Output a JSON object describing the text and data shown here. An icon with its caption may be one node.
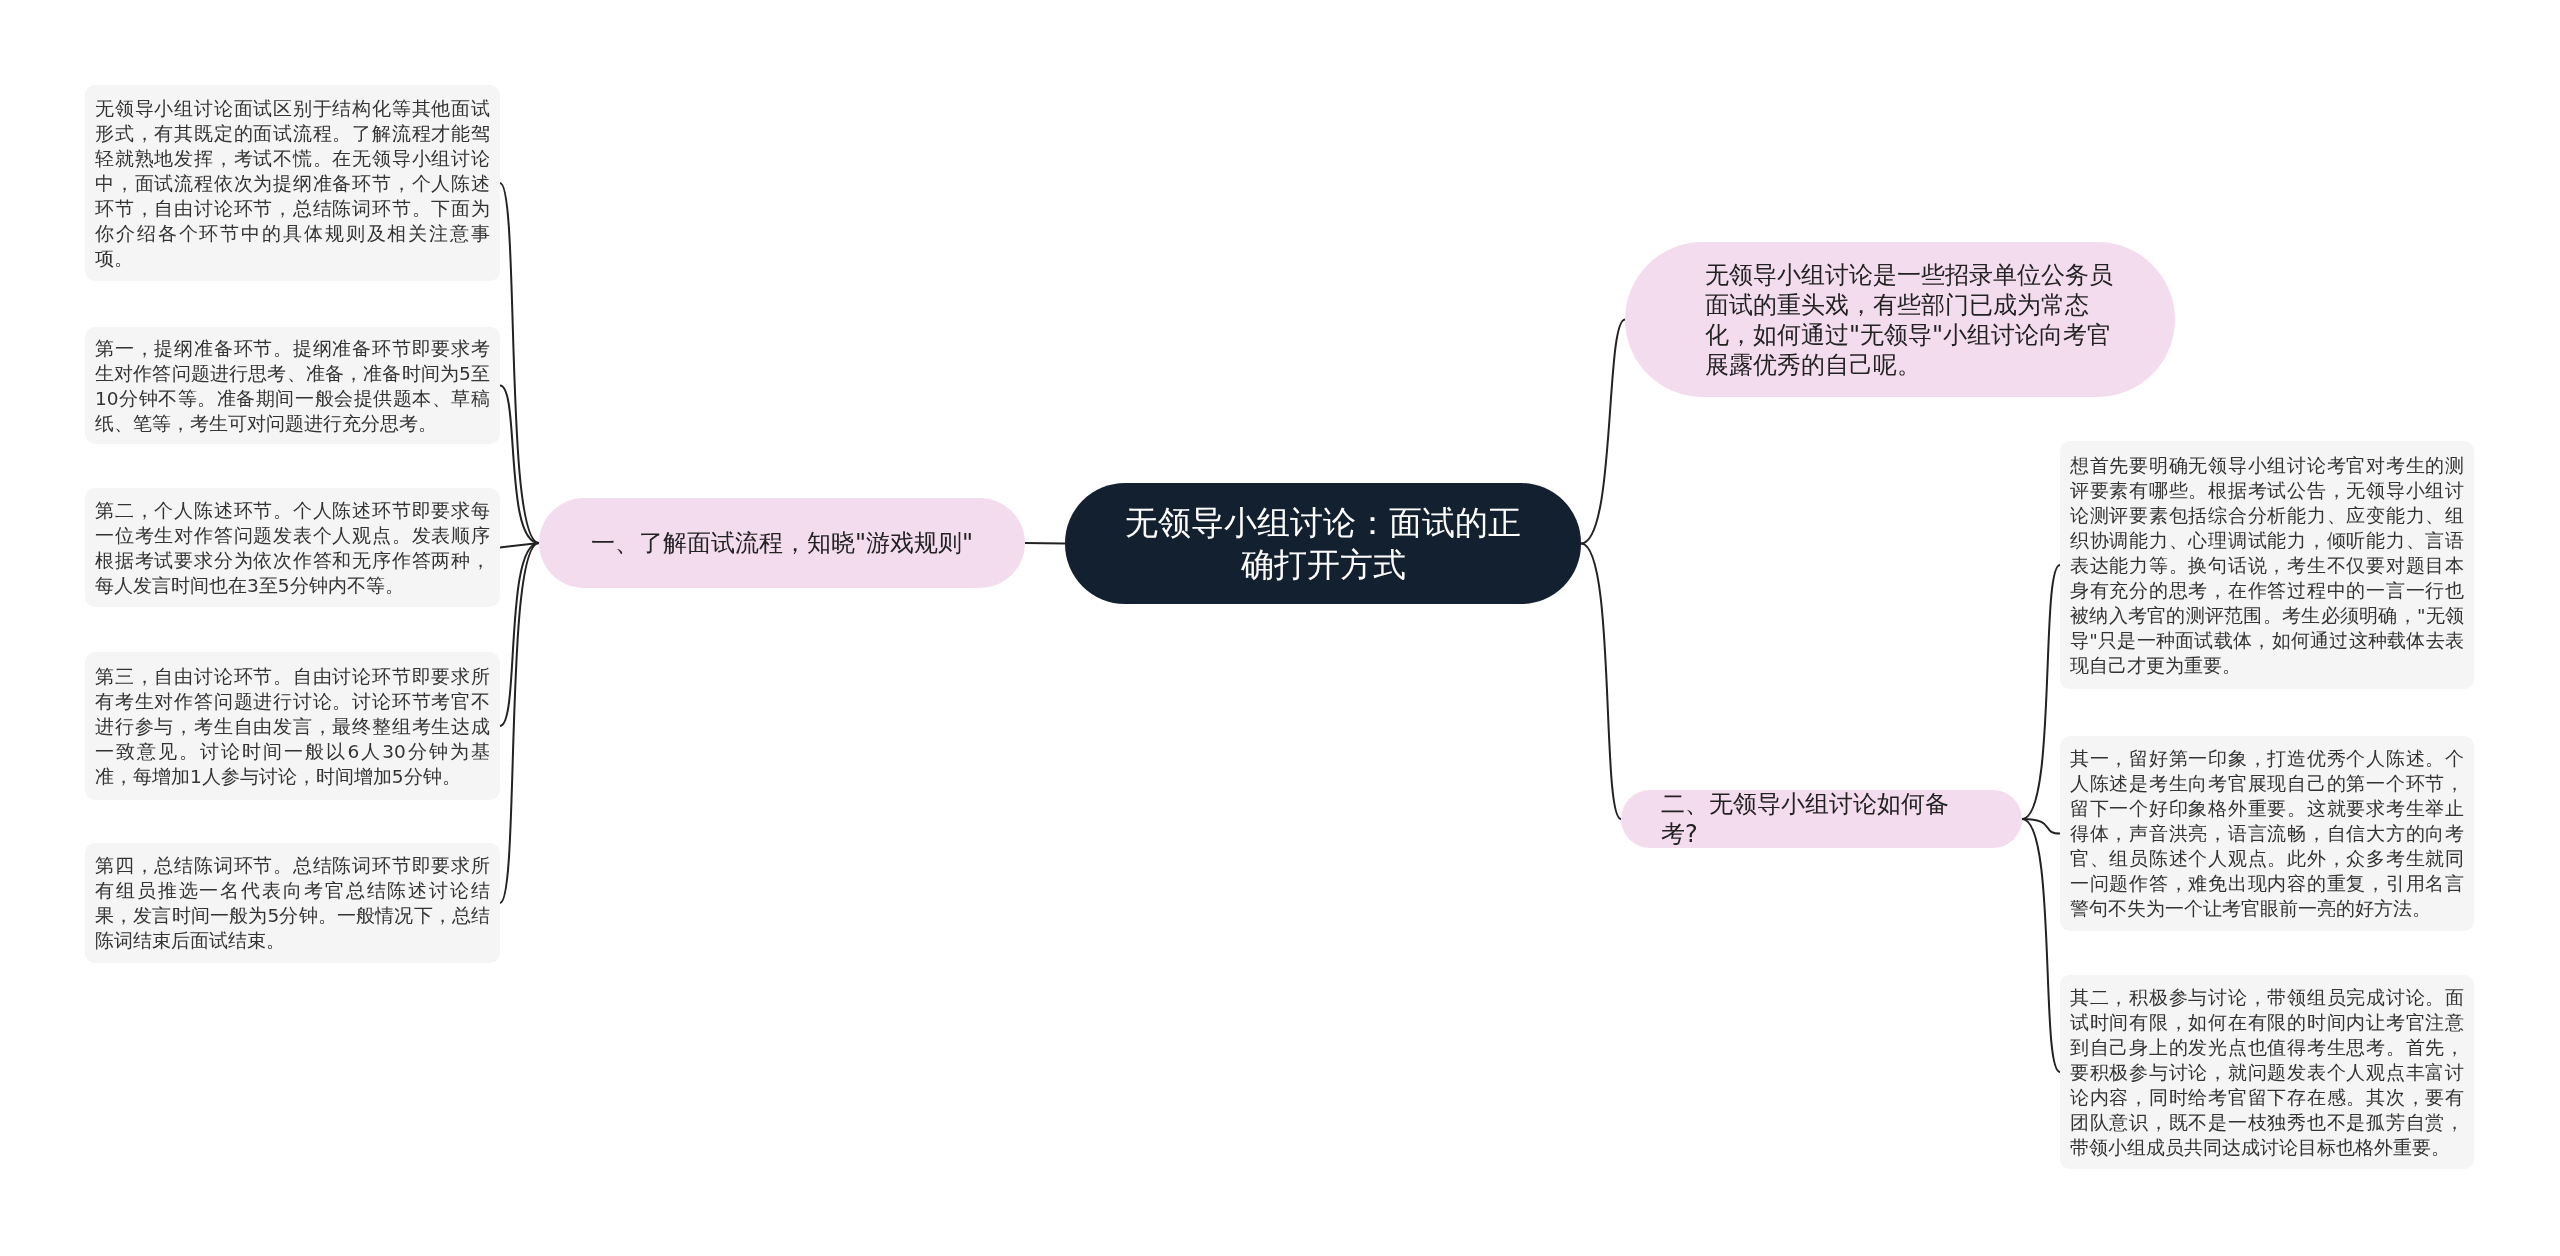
{
  "diagram": {
    "nodes": [
      {
        "text": [
          "无领导小组讨论：面试的正确打开方式"
        ]
      },
      {
        "text": [
          "无领导小组讨论是一些招录单位公务员面试的重头戏，有些部门已成为常态化，如何通过\"无领导\"小组讨论向考官展露优秀的自己呢。"
        ]
      },
      {
        "text": [
          "一、了解面试流程，知晓\"游戏规则\""
        ]
      },
      {
        "text": [
          "二、无领导小组讨论如何备考?"
        ]
      },
      {
        "text": [
          "无领导小组讨论面试区别于结构化等其他面试形式，有其既定的面试流程。了解流程才能驾轻就熟地发挥，考试不慌。在无领导小组讨论中，面试流程依次为提纲准备环节，个人陈述环节，自由讨论环节，总结陈词环节。下面为你介绍各个环节中的具体规则及相关注意事项。"
        ]
      },
      {
        "text": [
          "第一，提纲准备环节。提纲准备环节即要求考生对作答问题进行思考、准备，准备时间为5至10分钟不等。准备期间一般会提供题本、草稿纸、笔等，考生可对问题进行充分思考。"
        ]
      },
      {
        "text": [
          "第二，个人陈述环节。个人陈述环节即要求每一位考生对作答问题发表个人观点。发表顺序根据考试要求分为依次作答和无序作答两种，每人发言时间也在3至5分钟内不等。"
        ]
      },
      {
        "text": [
          "第三，自由讨论环节。自由讨论环节即要求所有考生对作答问题进行讨论。讨论环节考官不进行参与，考生自由发言，最终整组考生达成一致意见。讨论时间一般以6人30分钟为基准，每增加1人参与讨论，时间增加5分钟。"
        ]
      },
      {
        "text": [
          "第四，总结陈词环节。总结陈词环节即要求所有组员推选一名代表向考官总结陈述讨论结果，发言时间一般为5分钟。一般情况下，总结陈词结束后面试结束。"
        ]
      },
      {
        "text": [
          "想首先要明确无领导小组讨论考官对考生的测评要素有哪些。根据考试公告，无领导小组讨论测评要素包括综合分析能力、应变能力、组织协调能力、心理调试能力，倾听能力、言语表达能力等。换句话说，考生不仅要对题目本身有充分的思考，在作答过程中的一言一行也被纳入考官的测评范围。考生必须明确，\"无领导\"只是一种面试载体，如何通过这种载体去表现自己才更为重要。"
        ]
      },
      {
        "text": [
          "其一，留好第一印象，打造优秀个人陈述。个人陈述是考生向考官展现自己的第一个环节，留下一个好印象格外重要。这就要求考生举止得体，声音洪亮，语言流畅，自信大方的向考官、组员陈述个人观点。此外，众多考生就同一问题作答，难免出现内容的重复，引用名言警句不失为一个让考官眼前一亮的好方法。"
        ]
      },
      {
        "text": [
          "其二，积极参与讨论，带领组员完成讨论。面试时间有限，如何在有限的时间内让考官注意到自己身上的发光点也值得考生思考。首先，要积极参与讨论，就问题发表个人观点丰富讨论内容，同时给考官留下存在感。其次，要有团队意识，既不是一枝独秀也不是孤芳自赏，带领小组成员共同达成讨论目标也格外重要。"
        ]
      }
    ],
    "edges": [
      {
        "from": 0,
        "to": 1,
        "arrow": "none"
      },
      {
        "from": 0,
        "to": 2,
        "arrow": "none"
      },
      {
        "from": 0,
        "to": 3,
        "arrow": "none"
      },
      {
        "from": 2,
        "to": 4,
        "arrow": "none"
      },
      {
        "from": 2,
        "to": 5,
        "arrow": "none"
      },
      {
        "from": 2,
        "to": 6,
        "arrow": "none"
      },
      {
        "from": 2,
        "to": 7,
        "arrow": "none"
      },
      {
        "from": 2,
        "to": 8,
        "arrow": "none"
      },
      {
        "from": 3,
        "to": 9,
        "arrow": "none"
      },
      {
        "from": 3,
        "to": 10,
        "arrow": "none"
      },
      {
        "from": 3,
        "to": 11,
        "arrow": "none"
      }
    ]
  }
}
